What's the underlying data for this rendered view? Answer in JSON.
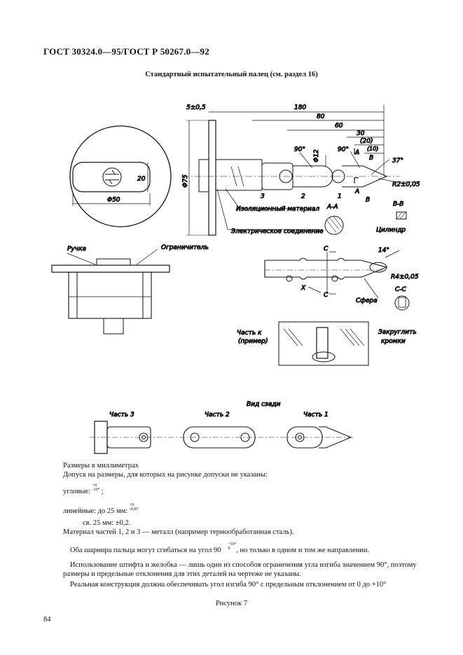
{
  "header": "ГОСТ 30324.0—95/ГОСТ Р 50267.0—92",
  "title": "Стандартный испытательный палец (см. раздел 16)",
  "drawing": {
    "labels": {
      "d5": "5±0,5",
      "d180": "180",
      "d80": "80",
      "d60": "60",
      "d30": "30",
      "d20": "(20)",
      "d10": "(10)",
      "a90a": "90°",
      "a90b": "90°",
      "dia12": "Φ12",
      "a37": "37°",
      "r2": "R2±0,05",
      "dia75": "Φ75",
      "dia50": "Φ50",
      "d20v": "20",
      "p3": "3",
      "p2": "2",
      "p1": "1",
      "A1": "A",
      "A2": "A",
      "B1": "B",
      "B2": "B",
      "aa": "A-A",
      "bb": "B-B",
      "iso": "Изоляционный материал",
      "el": "Электрическое соединение",
      "cyl": "Цилиндр",
      "handle": "Ручка",
      "stop": "Ограничитель",
      "C1": "C",
      "C2": "C",
      "a14": "14°",
      "r4": "R4±0,05",
      "x": "X",
      "sph": "Сфера",
      "cc": "С-С",
      "partk": "Часть к",
      "example": "(пример)",
      "round": "Закруглить",
      "edges": "кромки",
      "rear": "Вид сзади",
      "part3": "Часть 3",
      "part2": "Часть 2",
      "part1": "Часть 1"
    }
  },
  "notes": {
    "l1": "Размеры в миллиметрах",
    "l2": "Допуск на размеры, для которых на рисунке допуски не указаны:",
    "ang_label": "угловые:",
    "ang_up": "+0",
    "ang_low": "-10°",
    "ang_tail": ";",
    "lin_label": "линейные: до 25 мм:",
    "lin_up": "+0",
    "lin_low": "-0,05",
    "over": "св. 25 мм: ±0,2.",
    "mat": "Материал частей 1, 2 и 3 — металл (например термообработанная сталь).",
    "hinge_a": "Оба шарнира пальца могут сгибаться на угол 90",
    "hinge_up": "+10°",
    "hinge_low": "0",
    "hinge_b": ", но только в одном и том же направлении.",
    "pin": "Использование штифта и желобка — лишь один из способов ограничения угла изгиба значением 90°, поэтому размеры и предельные отклонения для этих деталей на чертеже не указаны.",
    "real": "Реальная конструкция должна обеспечивать угол изгиба 90° с предельным отклонением от 0 до +10°"
  },
  "figure": "Рисунок 7",
  "page": "84"
}
